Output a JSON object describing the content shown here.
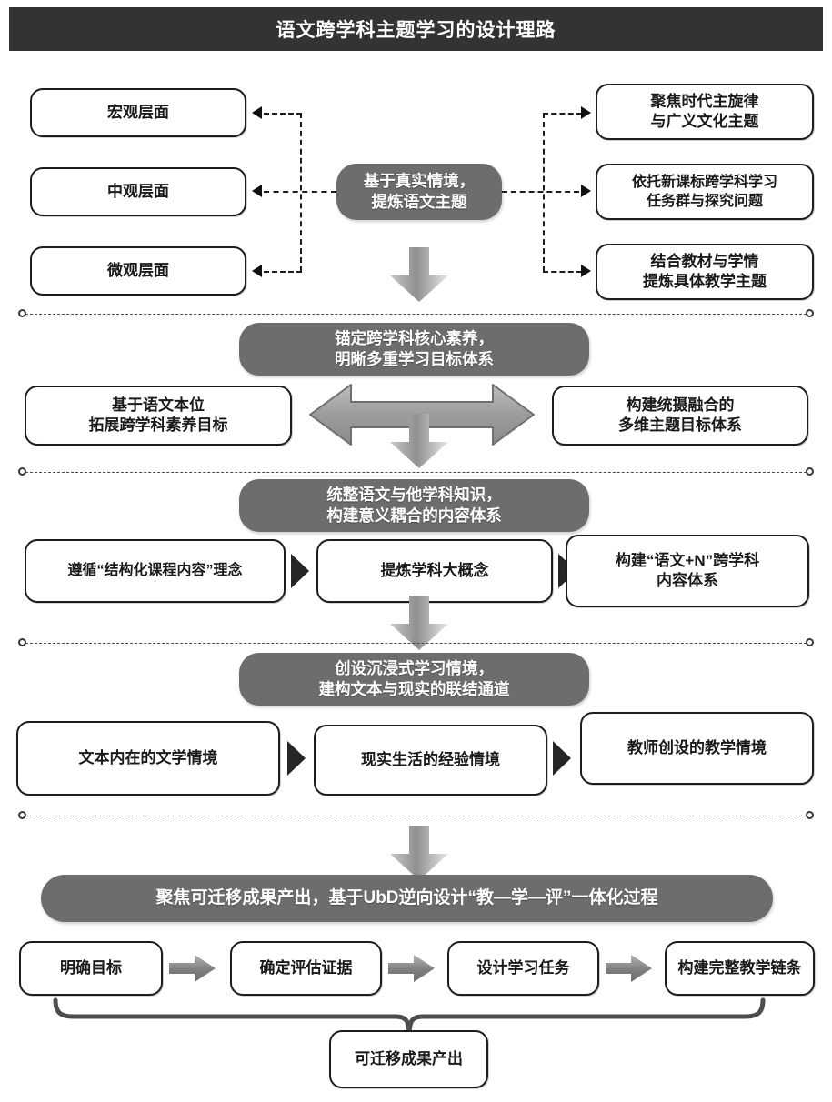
{
  "title": "语文跨学科主题学习的设计理路",
  "section1": {
    "left_boxes": [
      {
        "label": "宏观层面"
      },
      {
        "label": "中观层面"
      },
      {
        "label": "微观层面"
      }
    ],
    "center_pill": "基于真实情境，\n提炼语文主题",
    "center_pill_line1": "基于真实情境，",
    "center_pill_line2": "提炼语文主题",
    "right_boxes": [
      {
        "line1": "聚焦时代主旋律",
        "line2": "与广义文化主题"
      },
      {
        "line1": "依托新课标跨学科学习",
        "line2": "任务群与探究问题"
      },
      {
        "line1": "结合教材与学情",
        "line2": "提炼具体教学主题"
      }
    ]
  },
  "section2": {
    "pill_line1": "锚定跨学科核心素养，",
    "pill_line2": "明晰多重学习目标体系",
    "left_box_line1": "基于语文本位",
    "left_box_line2": "拓展跨学科素养目标",
    "right_box_line1": "构建统摄融合的",
    "right_box_line2": "多维主题目标体系"
  },
  "section3": {
    "pill_line1": "统整语文与他学科知识，",
    "pill_line2": "构建意义耦合的内容体系",
    "boxes": [
      {
        "line1": "遵循“结构化课程内容”理念",
        "line2": ""
      },
      {
        "line1": "提炼学科大概念",
        "line2": ""
      },
      {
        "line1": "构建“语文+N”跨学科",
        "line2": "内容体系"
      }
    ]
  },
  "section4": {
    "pill_line1": "创设沉浸式学习情境，",
    "pill_line2": "建构文本与现实的联结通道",
    "boxes": [
      {
        "label": "文本内在的文学情境"
      },
      {
        "label": "现实生活的经验情境"
      },
      {
        "label": "教师创设的教学情境"
      }
    ]
  },
  "section5": {
    "pill": "聚焦可迁移成果产出，基于UbD逆向设计“教—学—评”一体化过程",
    "boxes": [
      {
        "label": "明确目标"
      },
      {
        "label": "确定评估证据"
      },
      {
        "label": "设计学习任务"
      },
      {
        "label": "构建完整教学链条"
      }
    ],
    "outcome": "可迁移成果产出"
  },
  "colors": {
    "title_bar": "#333334",
    "pill_gray": "#6d6d6d",
    "box_border": "#1d1d1d",
    "arrow_gray": "#9a9a9a",
    "triangle_dark": "#262626"
  }
}
